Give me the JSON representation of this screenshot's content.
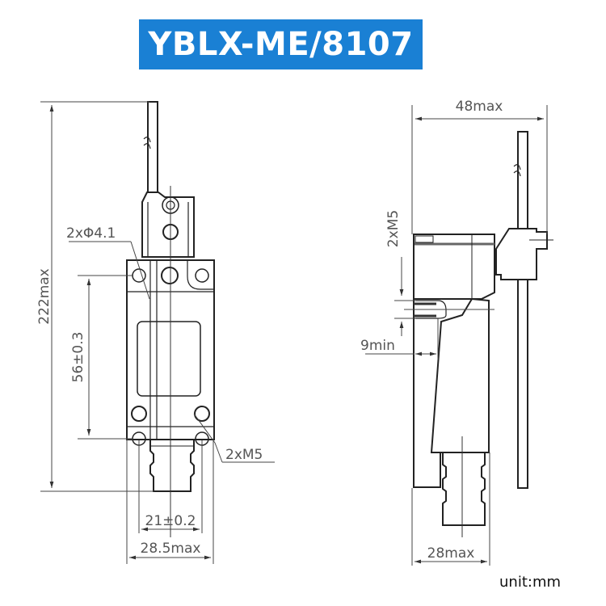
{
  "title": "YBLX-ME/8107",
  "colors": {
    "title_bg": "#1a80d4",
    "title_text": "#ffffff",
    "line": "#222222",
    "dim_text": "#555555"
  },
  "front_view": {
    "dimensions": {
      "overall_height": "222max",
      "mount_hole_spacing_v": "56±0.3",
      "top_holes": "2xΦ4.1",
      "bottom_screws": "2xM5",
      "mount_hole_spacing_h": "21±0.2",
      "overall_width": "28.5max"
    }
  },
  "side_view": {
    "dimensions": {
      "overall_width": "48max",
      "screw_label": "2xM5",
      "min_depth": "9min",
      "base_width": "28max"
    }
  },
  "unit": "unit:mm"
}
